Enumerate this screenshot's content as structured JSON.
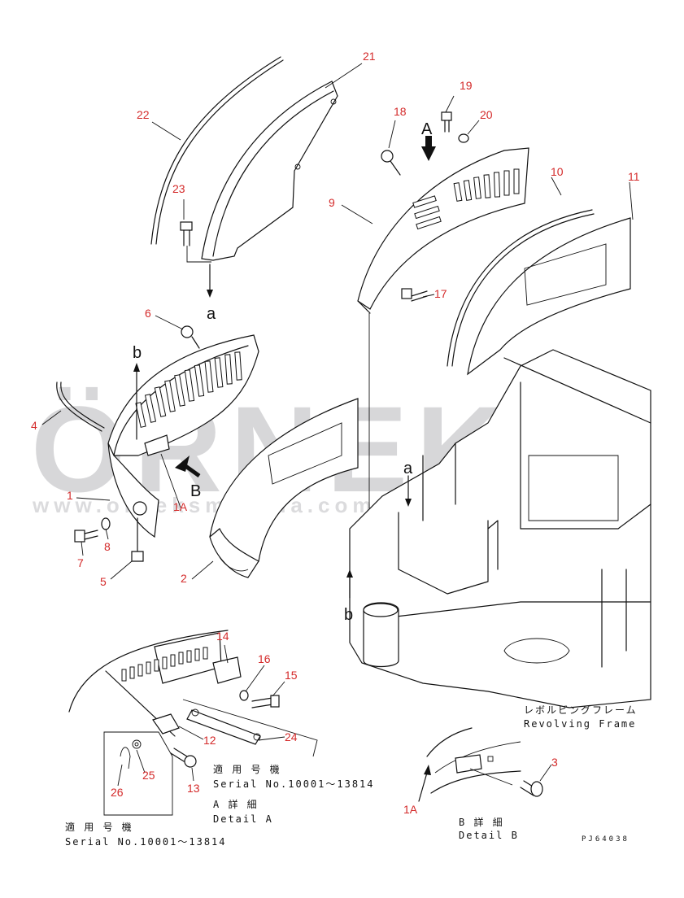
{
  "watermark": {
    "brand": "ÖRNEK",
    "url": "www.orneksmakina.com.tr"
  },
  "callouts": [
    {
      "id": "21",
      "text": "21"
    },
    {
      "id": "22",
      "text": "22"
    },
    {
      "id": "23",
      "text": "23"
    },
    {
      "id": "19",
      "text": "19"
    },
    {
      "id": "18",
      "text": "18"
    },
    {
      "id": "20",
      "text": "20"
    },
    {
      "id": "10",
      "text": "10"
    },
    {
      "id": "11",
      "text": "11"
    },
    {
      "id": "9",
      "text": "9"
    },
    {
      "id": "17",
      "text": "17"
    },
    {
      "id": "6",
      "text": "6"
    },
    {
      "id": "4",
      "text": "4"
    },
    {
      "id": "1",
      "text": "1"
    },
    {
      "id": "1A",
      "text": "1A"
    },
    {
      "id": "8",
      "text": "8"
    },
    {
      "id": "7",
      "text": "7"
    },
    {
      "id": "5",
      "text": "5"
    },
    {
      "id": "2",
      "text": "2"
    },
    {
      "id": "14",
      "text": "14"
    },
    {
      "id": "16",
      "text": "16"
    },
    {
      "id": "15",
      "text": "15"
    },
    {
      "id": "12",
      "text": "12"
    },
    {
      "id": "24",
      "text": "24"
    },
    {
      "id": "25",
      "text": "25"
    },
    {
      "id": "26",
      "text": "26"
    },
    {
      "id": "13",
      "text": "13"
    },
    {
      "id": "3",
      "text": "3"
    },
    {
      "id": "1A_b",
      "text": "1A"
    }
  ],
  "view_labels": {
    "A": "A",
    "B": "B",
    "a_top": "a",
    "a_mid": "a",
    "b_left": "b",
    "b_bottom": "b"
  },
  "texts": {
    "serial_title_1": "適 用 号 機",
    "serial_1": "Serial No.10001～13814",
    "detail_a_jp": "A 詳 細",
    "detail_a_en": "Detail A",
    "serial_title_2": "適 用 号 機",
    "serial_2": "Serial No.10001～13814",
    "frame_jp": "レボルビングフレーム",
    "frame_en": "Revolving Frame",
    "detail_b_jp": "B 詳 細",
    "detail_b_en": "Detail B",
    "drawing_code": "PJ64038"
  }
}
